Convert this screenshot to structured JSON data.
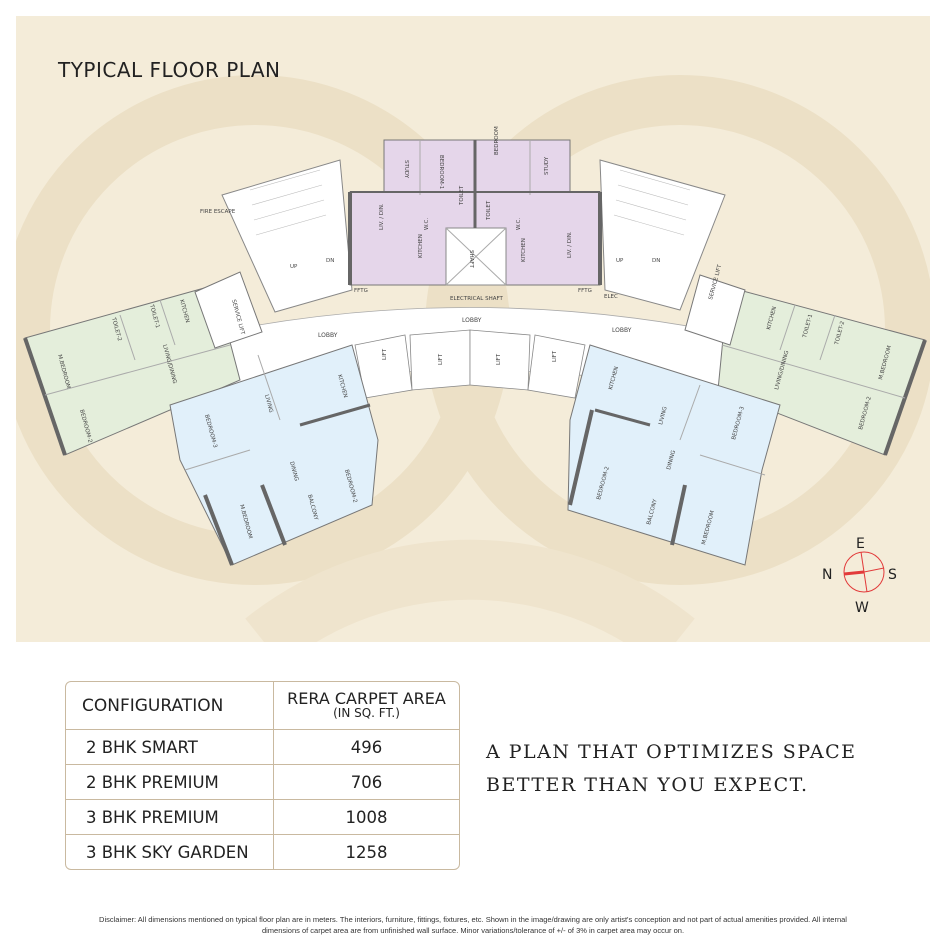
{
  "title": "TYPICAL FLOOR PLAN",
  "colors": {
    "background": "#f4ecd9",
    "unit_2bhk_smart": "#e5d6ea",
    "unit_2bhk_premium": "#e4eedb",
    "unit_3bhk": "#e1f0fa",
    "walls": "#6b6b6b",
    "compass": "#e23a3a"
  },
  "plan_labels": {
    "lobby": "LOBBY",
    "lift": "LIFT",
    "electrical_shaft": "ELECTRICAL SHAFT",
    "shaft": "SHAFT",
    "up": "UP",
    "dn": "DN",
    "ffth": "FFTG",
    "elec": "ELEC",
    "service_lift": "SERVICE LIFT",
    "fire_escape": "FIRE ESCAPE",
    "study": "STUDY",
    "bedroom": "BEDROOM",
    "bedroom_1": "BEDROOM-1",
    "toilet": "TOILET",
    "wc": "W.C.",
    "kitchen": "KITCHEN",
    "liv_din": "LIV. / DIN.",
    "living": "LIVING",
    "dining": "DINING",
    "living_dining": "LIVING/DINING",
    "m_bedroom": "M.BEDROOM",
    "bedroom_2": "BEDROOM-2",
    "bedroom_3": "BEDROOM-3",
    "toilet_1": "TOILET-1",
    "toilet_2": "TOILET-2",
    "balcony": "BALCONY"
  },
  "compass": {
    "n": "N",
    "e": "E",
    "s": "S",
    "w": "W"
  },
  "table": {
    "headers": {
      "configuration": "CONFIGURATION",
      "area": "RERA CARPET AREA",
      "area_unit": "(IN SQ. FT.)"
    },
    "rows": [
      {
        "config": "2 BHK SMART",
        "area": "496"
      },
      {
        "config": "2 BHK PREMIUM",
        "area": "706"
      },
      {
        "config": "3 BHK PREMIUM",
        "area": "1008"
      },
      {
        "config": "3 BHK SKY GARDEN",
        "area": "1258"
      }
    ]
  },
  "tagline": {
    "line1": "A PLAN THAT OPTIMIZES SPACE",
    "line2": "BETTER THAN YOU EXPECT."
  },
  "disclaimer": {
    "line1": "Disclaimer: All dimensions mentioned on typical floor plan are in meters. The interiors, furniture, fittings, fixtures, etc. Shown in the image/drawing are only artist's conception and not part of actual amenities provided. All internal",
    "line2": "dimensions of carpet area are from unfinished wall surface. Minor variations/tolerance of +/- of 3% in carpet area may occur on."
  }
}
